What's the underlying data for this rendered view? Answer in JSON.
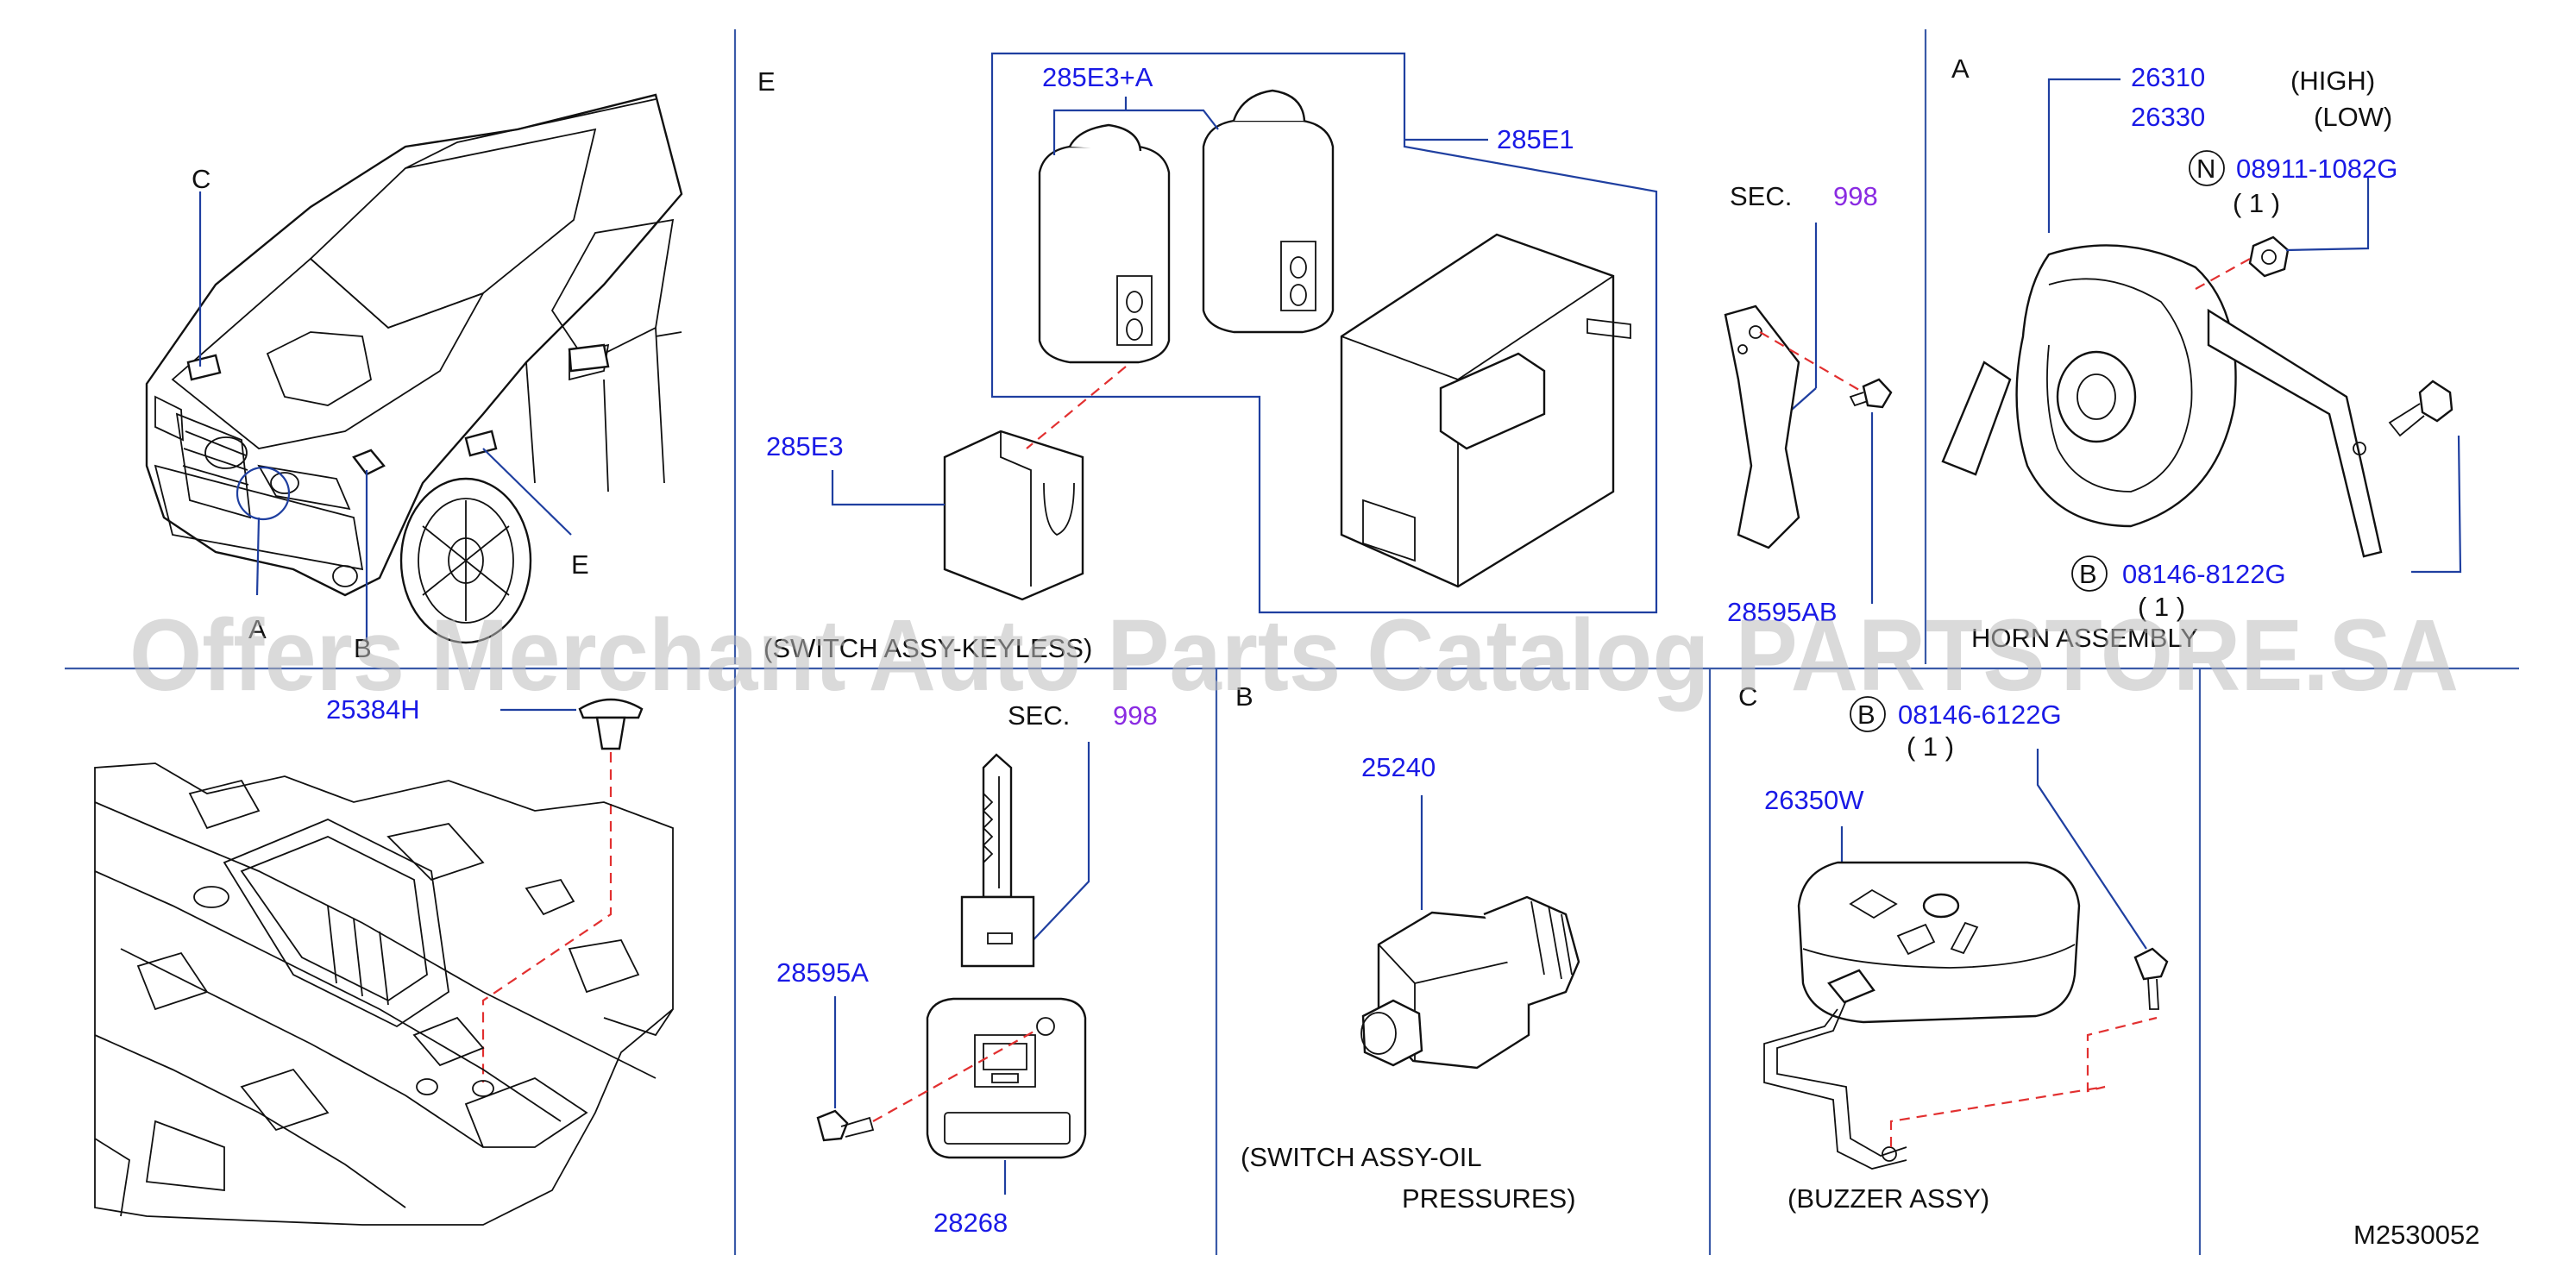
{
  "watermark": "Offers Merchant Auto Parts Catalog PARTSTORE.SA",
  "figure_code": "M2530052",
  "vehicle": {
    "labels": {
      "c": "C",
      "e": "E",
      "a": "A",
      "b": "B"
    }
  },
  "panel_e": {
    "letter": "E",
    "caption": "(SWITCH ASSY-KEYLESS)",
    "parts": {
      "p285e3a": "285E3+A",
      "p285e1": "285E1",
      "p285e3": "285E3"
    }
  },
  "sec998_top": {
    "sec": "SEC.",
    "num": "998",
    "part": "28595AB"
  },
  "panel_a": {
    "letter": "A",
    "caption": "HORN ASSEMBLY",
    "parts": {
      "p26310": "26310",
      "high": "(HIGH)",
      "p26330": "26330",
      "low": "(LOW)",
      "n_circle": "N",
      "p08911": "08911-1082G",
      "qty1": "( 1 )",
      "b_circle": "B",
      "p08146_8122": "08146-8122G",
      "qty2": "( 1 )"
    }
  },
  "panel_floor": {
    "part": "25384H"
  },
  "panel_key": {
    "sec": "SEC.",
    "num": "998",
    "p28595a": "28595A",
    "p28268": "28268"
  },
  "panel_b": {
    "letter": "B",
    "part": "25240",
    "caption1": "(SWITCH  ASSY-OIL",
    "caption2": "PRESSURES)"
  },
  "panel_c": {
    "letter": "C",
    "b_circle": "B",
    "p08146_6122": "08146-6122G",
    "qty": "( 1 )",
    "part": "26350W",
    "caption": "(BUZZER  ASSY)"
  }
}
